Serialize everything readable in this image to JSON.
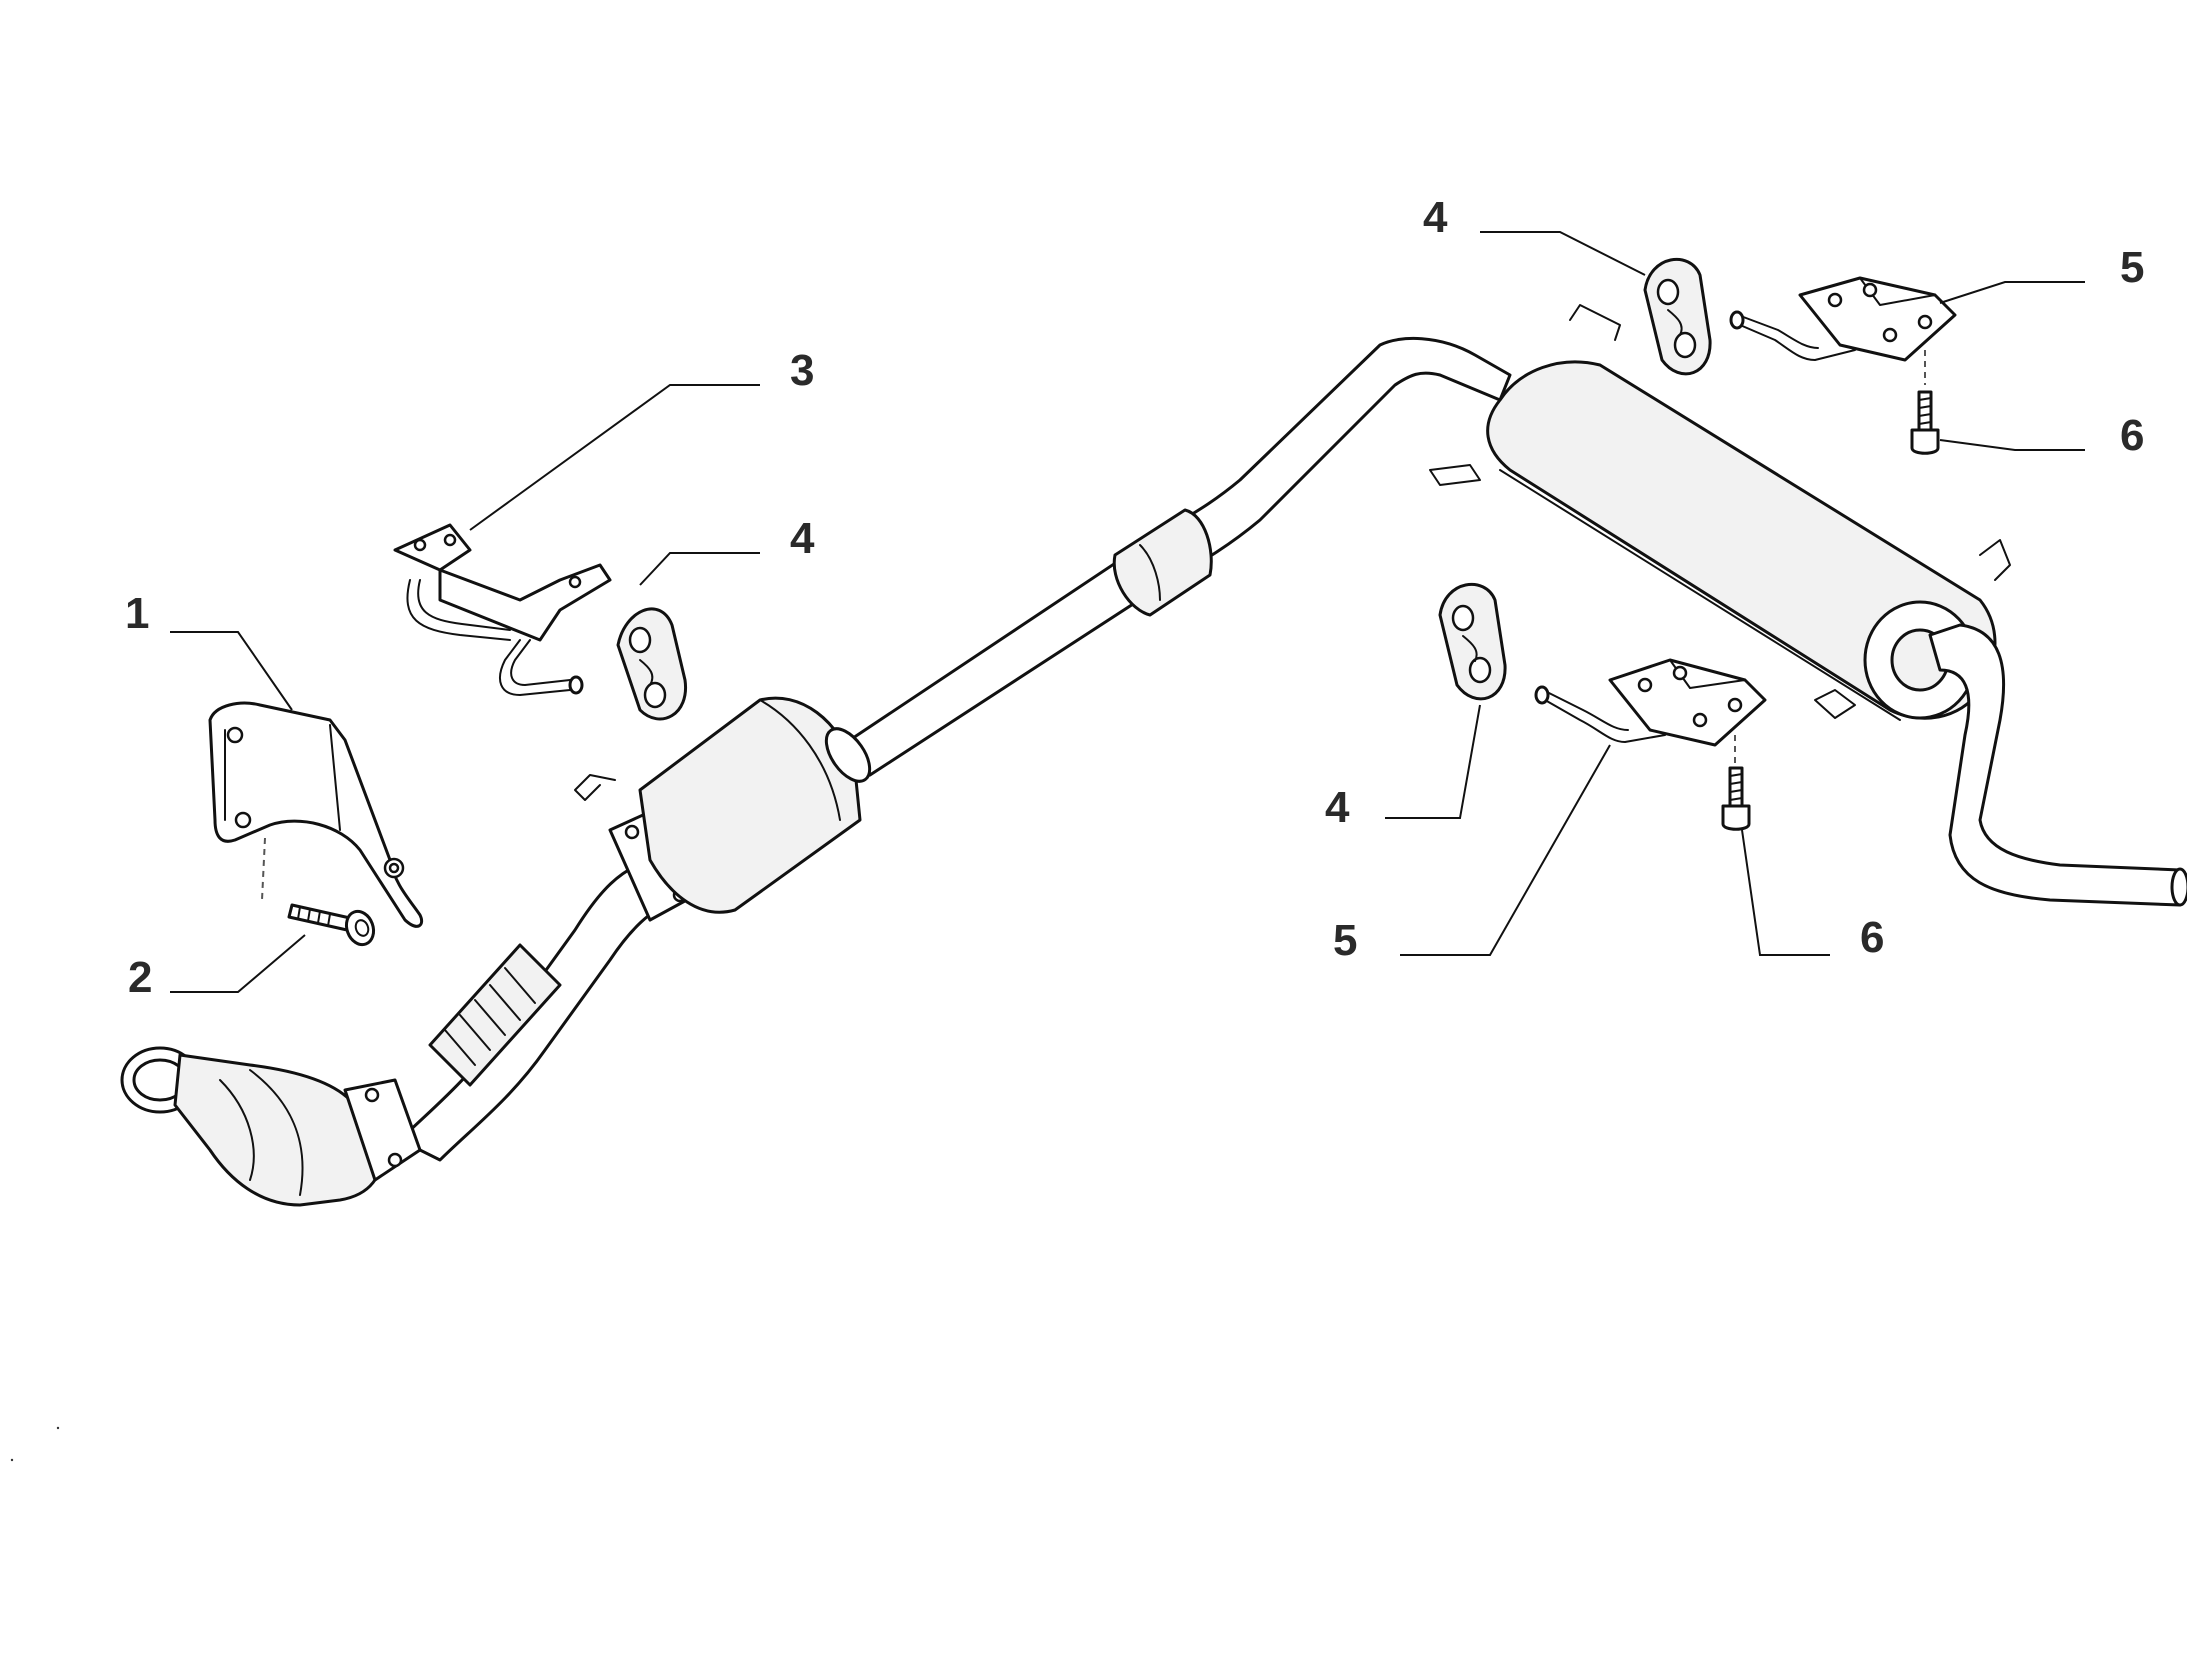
{
  "callouts": [
    {
      "id": "c1",
      "label": "1"
    },
    {
      "id": "c2",
      "label": "2"
    },
    {
      "id": "c3",
      "label": "3"
    },
    {
      "id": "c4a",
      "label": "4"
    },
    {
      "id": "c4b",
      "label": "4"
    },
    {
      "id": "c4c",
      "label": "4"
    },
    {
      "id": "c5a",
      "label": "5"
    },
    {
      "id": "c5b",
      "label": "5"
    },
    {
      "id": "c6a",
      "label": "6"
    },
    {
      "id": "c6b",
      "label": "6"
    }
  ]
}
